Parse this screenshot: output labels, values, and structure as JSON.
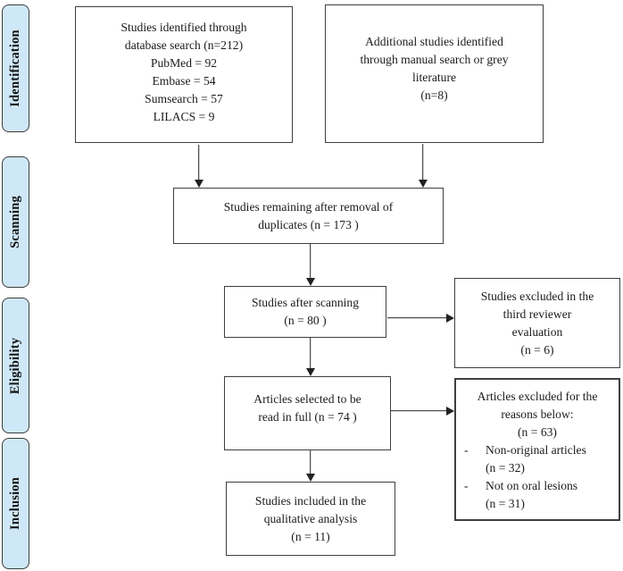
{
  "diagram_type": "prisma-study-selection-flowchart",
  "sidebar": {
    "stages": [
      {
        "label": "Identification"
      },
      {
        "label": "Scanning"
      },
      {
        "label": "Eligibility"
      },
      {
        "label": "Inclusion"
      }
    ]
  },
  "boxes": {
    "database_search": {
      "text": "Studies identified through\ndatabase search (n=212)\nPubMed = 92\nEmbase = 54\nSumsearch = 57\nLILACS = 9"
    },
    "manual_search": {
      "text": "Additional studies identified\nthrough manual search or grey\nliterature\n(n=8)"
    },
    "duplicates_removed": {
      "text": "Studies remaining after removal of\nduplicates (n = 173 )"
    },
    "after_scanning": {
      "text": "Studies after scanning\n(n = 80 )"
    },
    "excluded_third_reviewer": {
      "text": "Studies excluded in the\nthird reviewer\nevaluation\n(n = 6)"
    },
    "read_in_full": {
      "text": "Articles selected to be\nread in full (n = 74 )"
    },
    "excluded_reasons": {
      "heading": "Articles excluded for the\nreasons below:\n(n = 63)",
      "items": [
        {
          "marker": "-",
          "text": "Non-original articles\n(n = 32)"
        },
        {
          "marker": "-",
          "text": "Not on oral lesions\n(n = 31)"
        }
      ]
    },
    "qualitative_analysis": {
      "text": "Studies included in the\nqualitative analysis\n(n = 11)"
    }
  },
  "colors": {
    "stage_fill": "#cfe8f7",
    "stage_border": "#3c3c3c",
    "box_border": "#3f3f3f",
    "arrow": "#222222",
    "text": "#1b1b1b",
    "background": "#ffffff"
  }
}
